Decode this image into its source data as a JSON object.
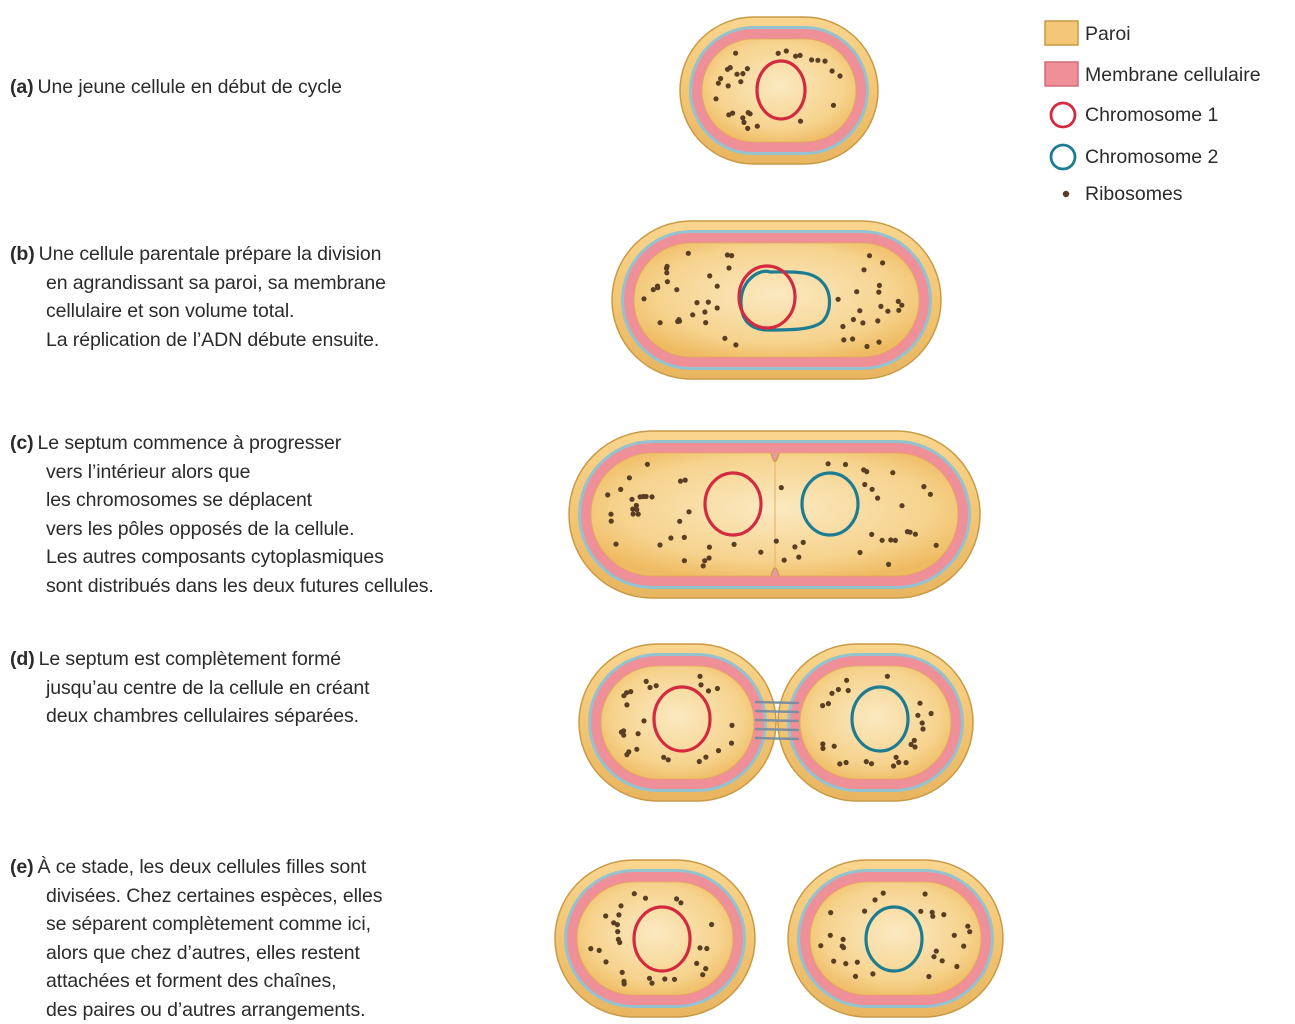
{
  "steps": [
    {
      "tag": "(a)",
      "lines": [
        "Une jeune cellule en début de cycle"
      ]
    },
    {
      "tag": "(b)",
      "lines": [
        "Une cellule parentale prépare la division",
        "en agrandissant sa paroi, sa membrane",
        "cellulaire et son volume total.",
        "La réplication de l’ADN débute ensuite."
      ]
    },
    {
      "tag": "(c)",
      "lines": [
        "Le septum commence à progresser",
        "vers l’intérieur alors que",
        "les chromosomes se déplacent",
        "vers les pôles opposés de la cellule.",
        "Les autres composants cytoplasmiques",
        "sont distribués dans les deux futures cellules."
      ]
    },
    {
      "tag": "(d)",
      "lines": [
        "Le septum est complètement formé",
        "jusqu’au centre de la cellule en créant",
        "deux chambres cellulaires séparées."
      ]
    },
    {
      "tag": "(e)",
      "lines": [
        "À ce stade, les deux cellules filles sont",
        "divisées. Chez certaines espèces, elles",
        "se séparent complètement comme ici,",
        "alors que chez d’autres, elles restent",
        "attachées et forment des chaînes,",
        "des paires ou d’autres arrangements."
      ]
    }
  ],
  "legend": {
    "wall": "Paroi",
    "membrane": "Membrane cellulaire",
    "chromosome1": "Chromosome 1",
    "chromosome2": "Chromosome 2",
    "ribosomes": "Ribosomes"
  },
  "colors": {
    "wall": "#f3c777",
    "wall_edge": "#c99a45",
    "membrane": "#ef8f97",
    "periplasm": "#93c3d1",
    "cytoplasm": "#f4c877",
    "chromosome1": "#d42a40",
    "chromosome2": "#1d7c92",
    "ribosome": "#5a3e24"
  }
}
